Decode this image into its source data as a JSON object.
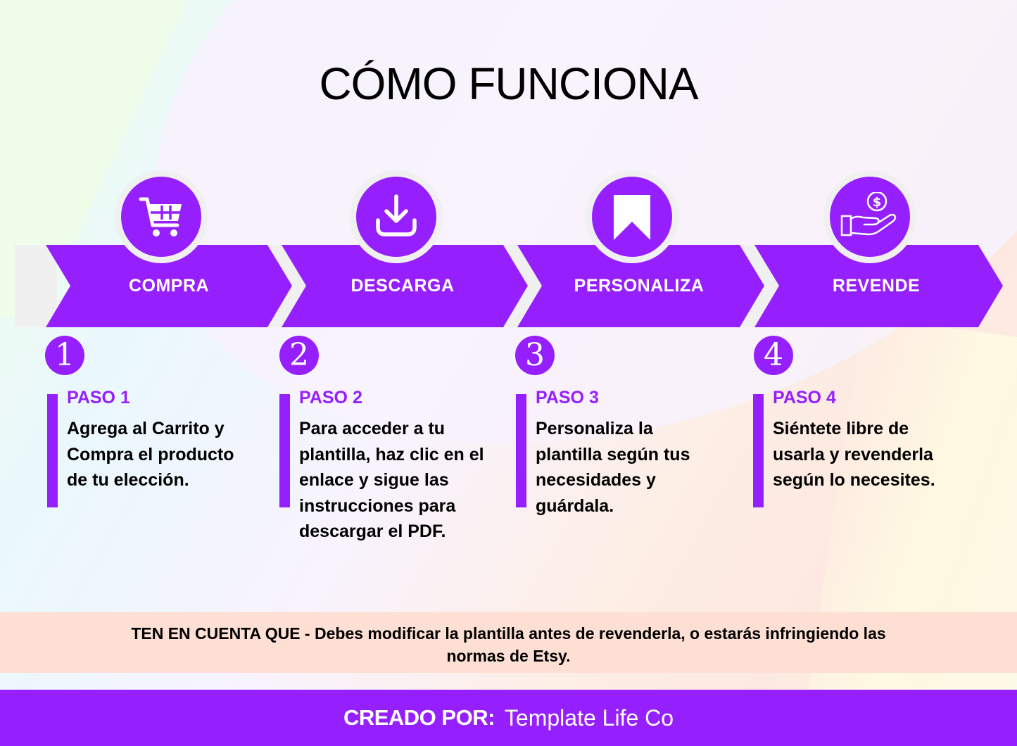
{
  "title": "CÓMO FUNCIONA",
  "colors": {
    "accent": "#9620fd",
    "ring": "#f0f0f0",
    "note_bg": "#fedfd4",
    "text": "#000000"
  },
  "steps": [
    {
      "label": "COMPRA",
      "icon": "shopping-cart-icon",
      "number": "1",
      "paso": "PASO 1",
      "lines": [
        "Agrega al Carrito y",
        "Compra el producto",
        "de tu elección."
      ]
    },
    {
      "label": "DESCARGA",
      "icon": "download-icon",
      "number": "2",
      "paso": "PASO 2",
      "lines": [
        "Para acceder a tu",
        "plantilla, haz clic en el",
        "enlace y sigue las",
        "instrucciones para",
        "descargar el PDF."
      ]
    },
    {
      "label": "PERSONALIZA",
      "icon": "bookmark-icon",
      "number": "3",
      "paso": "PASO 3",
      "lines": [
        "Personaliza la",
        "plantilla según tus",
        "necesidades y",
        "guárdala."
      ]
    },
    {
      "label": "REVENDE",
      "icon": "hand-money-icon",
      "number": "4",
      "paso": "PASO 4",
      "lines": [
        "Siéntete libre de",
        "usarla y revenderla",
        "según lo necesites."
      ]
    }
  ],
  "note": {
    "lead": "TEN EN CUENTA QUE",
    "separator": " - ",
    "line1": "Debes modificar la plantilla antes de revenderla, o estarás infringiendo las",
    "line2": "normas de Etsy."
  },
  "footer": {
    "label": "CREADO POR:",
    "value": "Template Life Co"
  }
}
